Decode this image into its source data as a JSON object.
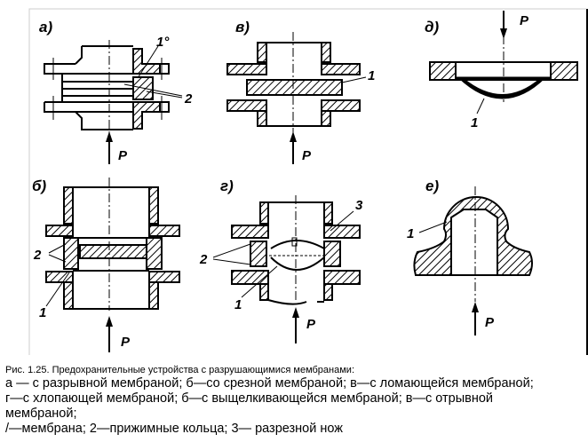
{
  "figure": {
    "panels": {
      "a": {
        "label": "а)",
        "force": "P",
        "callouts": [
          "1°",
          "2"
        ]
      },
      "v": {
        "label": "в)",
        "force": "P",
        "callouts": [
          "1"
        ]
      },
      "d": {
        "label": "д)",
        "force": "P",
        "callouts": [
          "1"
        ]
      },
      "b": {
        "label": "б)",
        "force": "P",
        "callouts": [
          "2",
          "1"
        ]
      },
      "g": {
        "label": "г)",
        "force": "P",
        "callouts": [
          "3",
          "2",
          "1"
        ]
      },
      "e": {
        "label": "е)",
        "force": "P",
        "callouts": [
          "1"
        ]
      }
    }
  },
  "caption": {
    "title": "Рис. 1.25. Предохранительные устройства с разрушающимися мембранами:",
    "line1": "а — с разрывной мембраной; б—со срезной мембраной; в—с ломающейся мембраной;",
    "line2": "г—с хлопающей мембраной; б—с выщелкивающейся мембраной; в—с отрывной",
    "line3": "мембраной;",
    "line4": "/—мембрана; 2—прижимные кольца; 3— разрезной нож"
  }
}
